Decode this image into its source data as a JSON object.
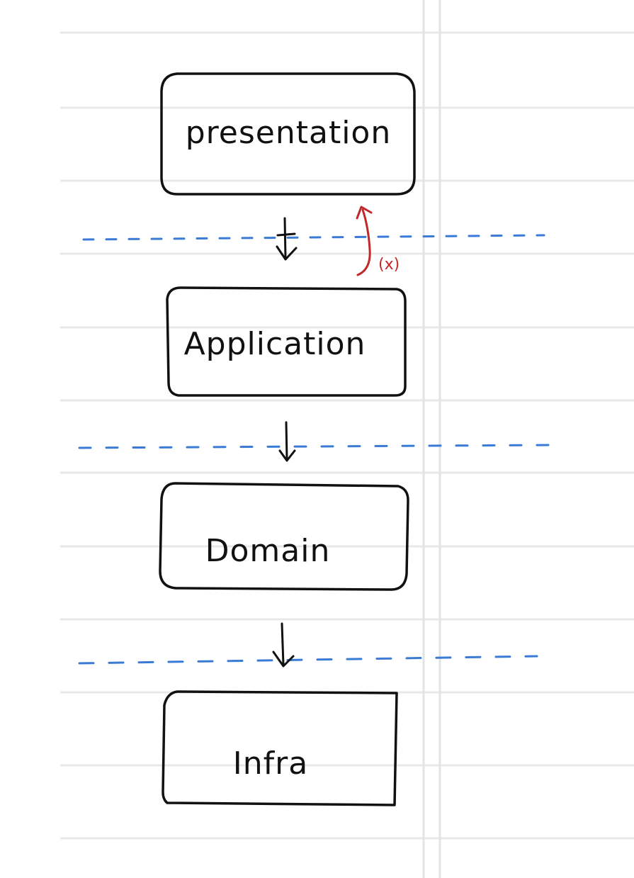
{
  "diagram": {
    "layers": [
      {
        "label": "presentation"
      },
      {
        "label": "Application"
      },
      {
        "label": "Domain"
      },
      {
        "label": "Infra"
      }
    ],
    "reverse_note": "(x)",
    "colors": {
      "box_stroke": "#111111",
      "separator": "#3a7bd5",
      "reverse_arrow": "#c0282a",
      "paper_rule": "#e8e8e8",
      "margin_line": "#e3e3e3"
    }
  }
}
